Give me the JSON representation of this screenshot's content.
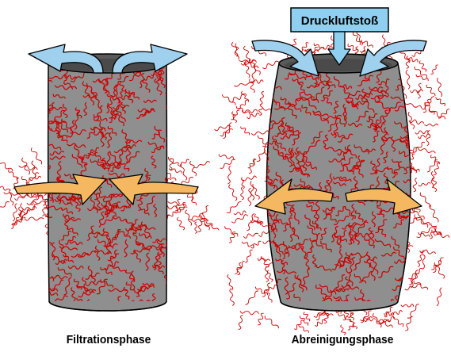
{
  "captions": {
    "left": "Filtrationsphase",
    "right": "Abreinigungsphase"
  },
  "callout": {
    "label": "Druckluftstoß"
  },
  "colors": {
    "filter_body": "#8f8f8f",
    "fiber": "#cc0000",
    "air_arrow": "#9fd0ee",
    "dust_arrow": "#f5b860",
    "callout_bg": "#8fd0f0"
  },
  "icons": {
    "clean_air_arrow": "arrow-up-curved-icon",
    "dusty_air_arrow": "arrow-inward-icon",
    "pulse_arrow": "arrow-down-icon"
  }
}
